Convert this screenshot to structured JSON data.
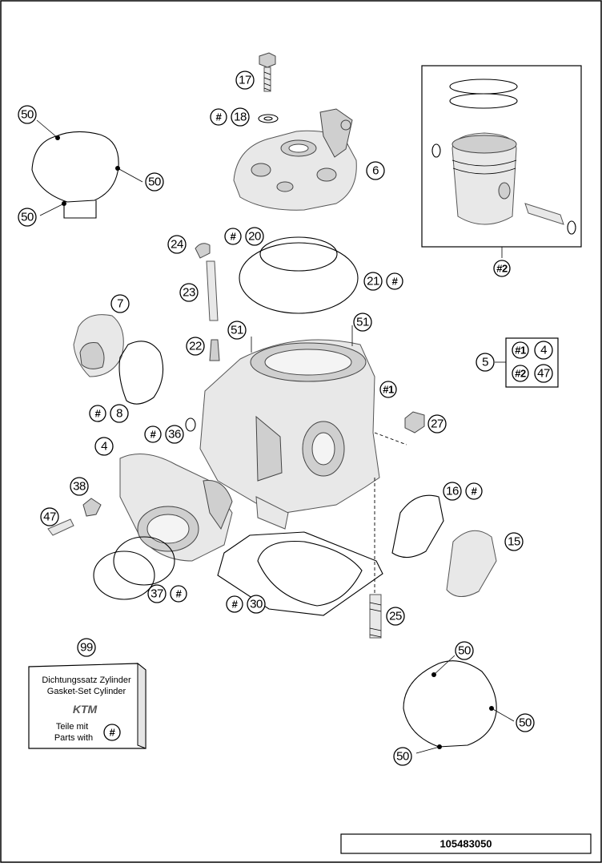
{
  "drawing_number": "105483050",
  "gasket_box": {
    "line1": "Dichtungssatz Zylinder",
    "line2": "Gasket-Set Cylinder",
    "brand": "KTM",
    "line3": "Teile mit",
    "line4": "Parts with",
    "symbol": "#"
  },
  "callouts": {
    "c17": "17",
    "c18h": "#",
    "c18": "18",
    "c6": "6",
    "c50a": "50",
    "c50b": "50",
    "c50c": "50",
    "c2": "#2",
    "c24": "24",
    "c20h": "#",
    "c20": "20",
    "c21": "21",
    "c21h": "#",
    "c23": "23",
    "c7": "7",
    "c22": "22",
    "c51a": "51",
    "c51b": "51",
    "c5": "5",
    "k1": "#1",
    "k4": "4",
    "k2": "#2",
    "k47": "47",
    "c1": "#1",
    "c8h": "#",
    "c8": "8",
    "c36h": "#",
    "c36": "36",
    "c27": "27",
    "c4": "4",
    "c38": "38",
    "c16": "16",
    "c16h": "#",
    "c47": "47",
    "c15": "15",
    "c37": "37",
    "c37h": "#",
    "c30h": "#",
    "c30": "30",
    "c25": "25",
    "c99": "99",
    "c50d": "50",
    "c50e": "50",
    "c50f": "50"
  }
}
